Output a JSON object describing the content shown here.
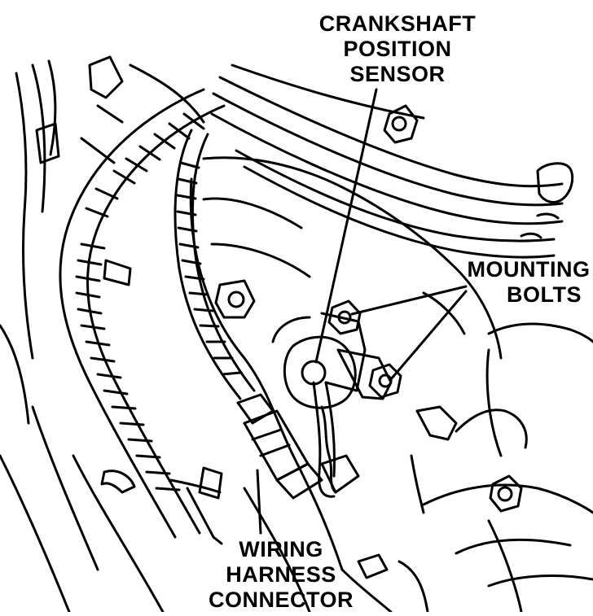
{
  "diagram": {
    "labels": {
      "crankshaft_sensor": [
        "CRANKSHAFT",
        "POSITION",
        "SENSOR"
      ],
      "mounting_bolts": [
        "MOUNTING",
        "BOLTS"
      ],
      "wiring_connector": [
        "WIRING",
        "HARNESS",
        "CONNECTOR"
      ]
    },
    "colors": {
      "ink": "#000000",
      "paper": "#ffffff"
    }
  }
}
